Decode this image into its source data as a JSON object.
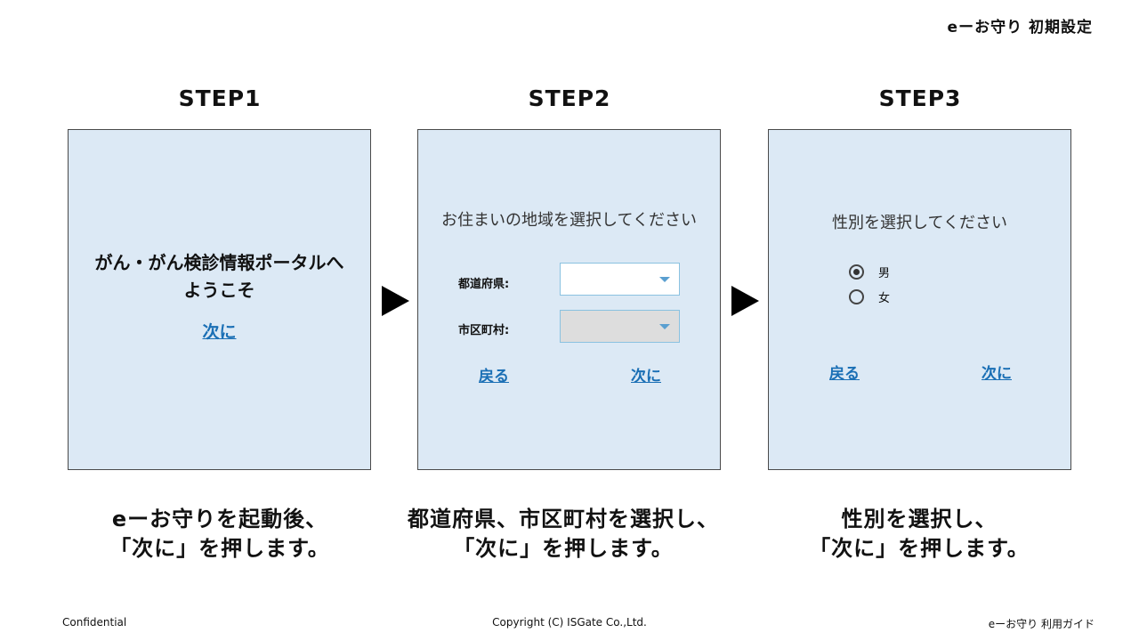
{
  "header": {
    "title": "eーお守り 初期設定"
  },
  "steps": [
    {
      "title": "STEP1"
    },
    {
      "title": "STEP2"
    },
    {
      "title": "STEP3"
    }
  ],
  "step1": {
    "welcome_line1": "がん・がん検診情報ポータルへ",
    "welcome_line2": "ようこそ",
    "next_link": "次に"
  },
  "step2": {
    "prompt": "お住まいの地域を選択してください",
    "prefecture_label": "都道府県:",
    "prefecture_value": "",
    "city_label": "市区町村:",
    "city_value": "",
    "back_link": "戻る",
    "next_link": "次に"
  },
  "step3": {
    "prompt": "性別を選択してください",
    "options": [
      {
        "label": "男",
        "checked": true
      },
      {
        "label": "女",
        "checked": false
      }
    ],
    "back_link": "戻る",
    "next_link": "次に"
  },
  "captions": [
    {
      "line1": "eーお守りを起動後、",
      "line2": "「次に」を押します。"
    },
    {
      "line1": "都道府県、市区町村を選択し、",
      "line2": "「次に」を押します。"
    },
    {
      "line1": "性別を選択し、",
      "line2": "「次に」を押します。"
    }
  ],
  "footer": {
    "left": "Confidential",
    "center": "Copyright (C) ISGate Co.,Ltd.",
    "right": "eーお守り 利用ガイド"
  },
  "colors": {
    "panel_bg": "#dce9f5",
    "link": "#1a6fb5",
    "select_border": "#8ac2e0",
    "disabled_bg": "#dddddd"
  }
}
